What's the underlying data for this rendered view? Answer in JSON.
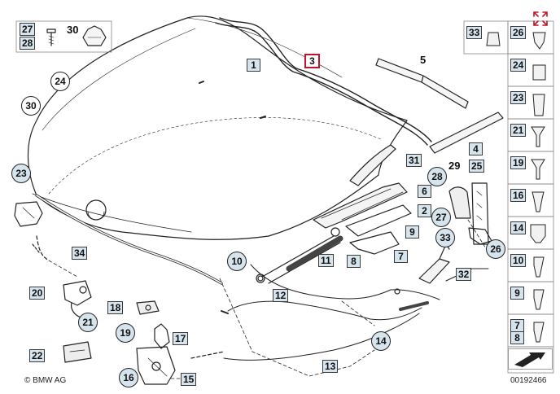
{
  "diagram": {
    "copyright": "© BMW AG",
    "drawing_number": "00192466",
    "callouts": {
      "c1": "1",
      "c3": "3",
      "c5": "5",
      "c4": "4",
      "c31": "31",
      "c6": "6",
      "c2": "2",
      "c9": "9",
      "c7": "7",
      "c8": "8",
      "c11": "11",
      "c10": "10",
      "c12": "12",
      "c34": "34",
      "c24": "24",
      "c30": "30",
      "c23": "23",
      "c27top": "27",
      "c28top": "28",
      "c30top": "30",
      "c20": "20",
      "c21": "21",
      "c18": "18",
      "c19": "19",
      "c17": "17",
      "c22": "22",
      "c16": "16",
      "c15": "15",
      "c13": "13",
      "c14": "14",
      "c28": "28",
      "c29": "29",
      "c25": "25",
      "c27": "27",
      "c33": "33",
      "c26": "26",
      "c32": "32"
    },
    "sidebar": [
      "33",
      "26",
      "24",
      "23",
      "21",
      "19",
      "16",
      "14",
      "10",
      "9",
      "7",
      "8"
    ]
  },
  "icons": {
    "expand": "expand-arrows-icon",
    "nav": "next-diagram-arrow-icon"
  },
  "colors": {
    "label_fill": "#d6e4ee",
    "highlight": "#c0162a",
    "line": "#222222"
  }
}
